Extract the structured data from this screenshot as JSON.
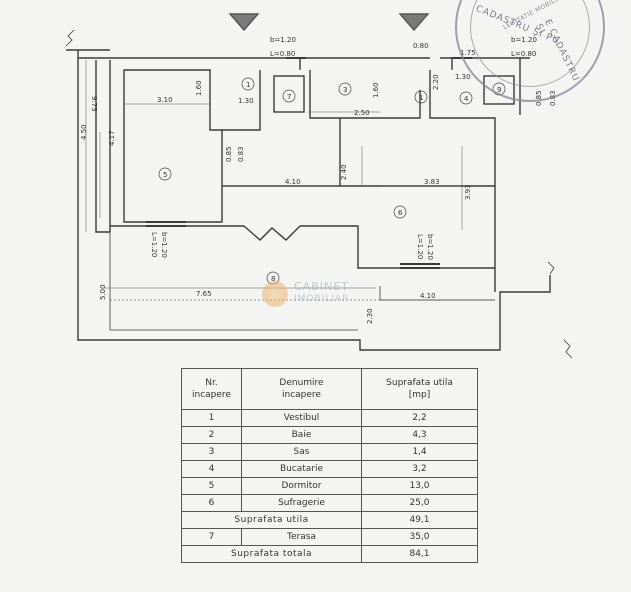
{
  "stamp": {
    "arc_top": "CADASTRU ŞI PU",
    "arc_right": "E CADASTRU SI",
    "inner": "LEGITATIE MOBILIARĂ"
  },
  "watermark": {
    "line1": "CABINET",
    "line2": "IMOBILIAR"
  },
  "plan": {
    "window_top_left": {
      "b": "b=1.20",
      "L": "L=0.80"
    },
    "window_top_right": {
      "b": "b=1.20",
      "L": "L=0.80"
    },
    "window_dormitor": {
      "b": "b=1.20",
      "L": "L=1.20"
    },
    "window_sufragerie": {
      "b": "b=1.20",
      "L": "L=1.20"
    },
    "room_numbers": [
      "1",
      "2",
      "3",
      "4",
      "5",
      "6",
      "7",
      "8",
      "9"
    ],
    "dims": {
      "d310": "3.10",
      "d160": "1.60",
      "d130a": "1.30",
      "d975": "9.75",
      "d450": "4.50",
      "d417": "4.17",
      "d085a": "0.85",
      "d085b": "0.83",
      "d410": "4.10",
      "d240": "2.40",
      "d383": "3.83",
      "d393": "3.93",
      "d250": "2.50",
      "d160b": "1.60",
      "d080": "0.80",
      "d175": "1.75",
      "d130b": "1.30",
      "d220": "2.20",
      "d085c": "0.85",
      "d085d": "0.83",
      "d500": "5.00",
      "d765": "7.65",
      "d410b": "4.10",
      "d230": "2.30"
    }
  },
  "table": {
    "headers": {
      "nr": [
        "Nr.",
        "incapere"
      ],
      "name": [
        "Denumire",
        "incapere"
      ],
      "area": [
        "Suprafata utila",
        "[mp]"
      ]
    },
    "rows": [
      {
        "nr": "1",
        "name": "Vestibul",
        "area": "2,2"
      },
      {
        "nr": "2",
        "name": "Baie",
        "area": "4,3"
      },
      {
        "nr": "3",
        "name": "Sas",
        "area": "1,4"
      },
      {
        "nr": "4",
        "name": "Bucatarie",
        "area": "3,2"
      },
      {
        "nr": "5",
        "name": "Dormitor",
        "area": "13,0"
      },
      {
        "nr": "6",
        "name": "Sufragerie",
        "area": "25,0"
      }
    ],
    "summary_utila": {
      "label": "Suprafata utila",
      "area": "49,1"
    },
    "terasa": {
      "nr": "7",
      "name": "Terasa",
      "area": "35,0"
    },
    "summary_totala": {
      "label": "Suprafata totala",
      "area": "84,1"
    }
  }
}
